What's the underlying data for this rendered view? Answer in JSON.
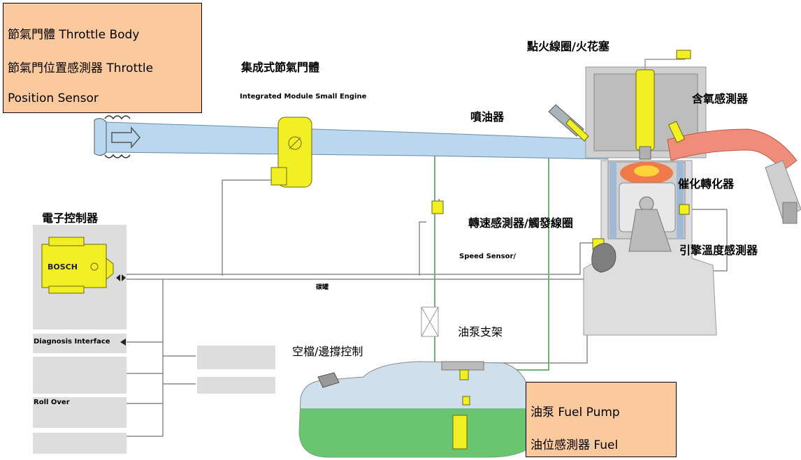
{
  "throttle_box": {
    "line1": "節氣門體  Throttle Body",
    "line2": "節氣門位置感測器  Throttle",
    "line3": "Position Sensor"
  },
  "fuel_box": {
    "line1": "油泵  Fuel Pump",
    "line2": "油位感測器  Fuel"
  },
  "labels": {
    "integrated_throttle": "集成式節氣門體",
    "integrated_module": "Integrated Module Small Engine",
    "ignition_coil": "點火線圈/火花塞",
    "oxygen_sensor": "含氧感測器",
    "injector": "噴油器",
    "catalytic_converter": "催化轉化器",
    "ecu": "電子控制器",
    "speed_sensor_cn": "轉速感測器/觸發線圈",
    "speed_sensor_en": "Speed Sensor/",
    "engine_temp": "引擎溫度感測器",
    "canister": "碳罐",
    "pump_bracket": "油泵支架",
    "idle_control": "空檔/邊撐控制",
    "diagnosis": "Diagnosis Interface",
    "roll_over": "Roll Over",
    "ecu_brand": "BOSCH"
  },
  "colors": {
    "intake": "#b9d7ef",
    "component": "#f2f024",
    "engine": "#dedede",
    "exhaust": "#f08c7a",
    "fuel": "#58c05a",
    "label_box": "#fbc99e"
  }
}
